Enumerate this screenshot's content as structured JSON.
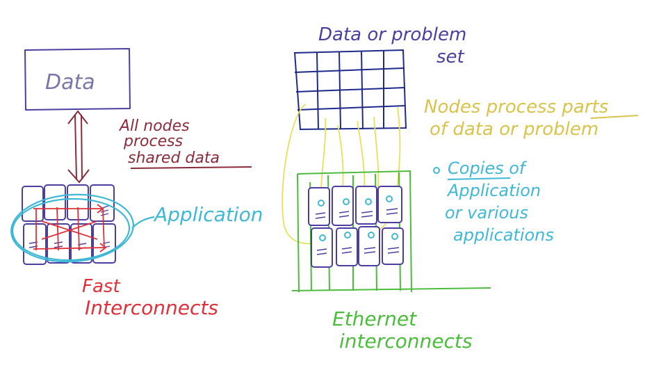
{
  "left": {
    "data_box_label": "Data",
    "note_lines": [
      "All nodes",
      "process",
      "shared data"
    ],
    "application_label": "Application",
    "interconnect_lines": [
      "Fast",
      "Interconnects"
    ]
  },
  "right": {
    "dataset_lines": [
      "Data or problem",
      "set"
    ],
    "nodes_note_lines": [
      "Nodes process parts",
      "of data or problem"
    ],
    "copies_lines": [
      "Copies of",
      "Application",
      "or various",
      "applications"
    ],
    "interconnect_lines": [
      "Ethernet",
      "interconnects"
    ]
  },
  "colors": {
    "purple": "#4a3fa0",
    "maroon": "#8b2a3a",
    "cyan": "#3fb8d6",
    "red": "#e0303a",
    "gold": "#d9c34a",
    "yellow": "#e6e05a",
    "green": "#4cbc3c"
  }
}
